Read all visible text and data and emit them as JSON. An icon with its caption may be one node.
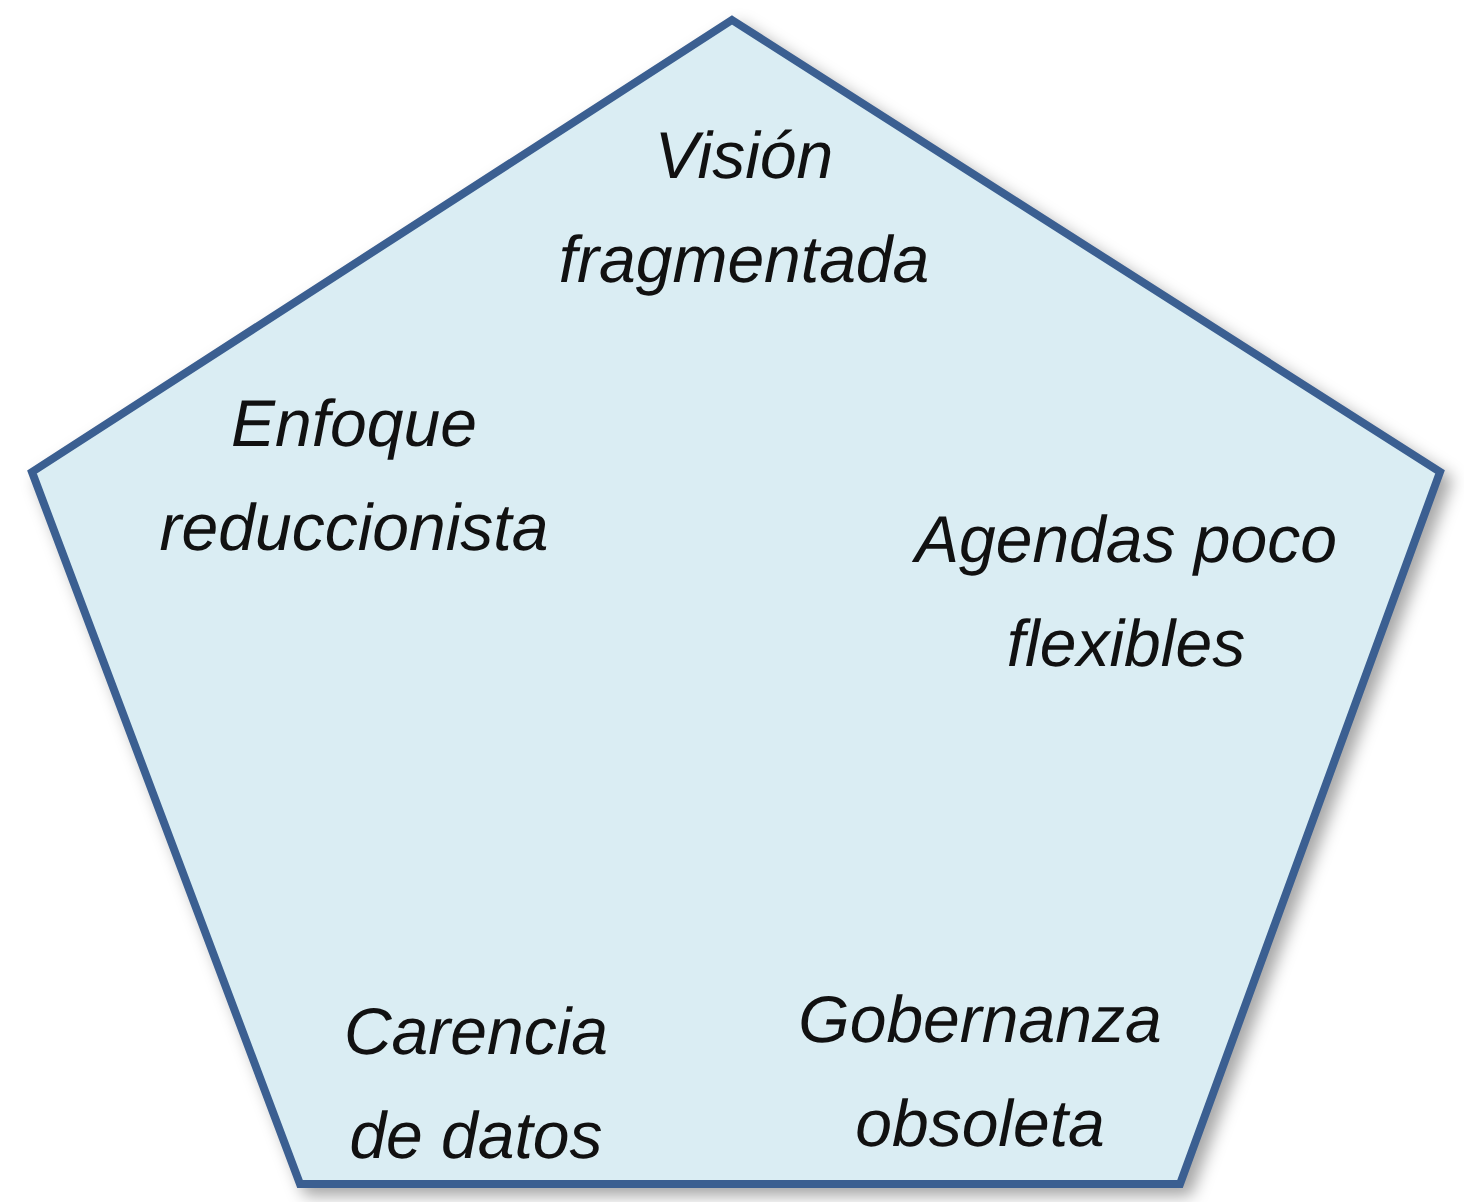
{
  "diagram": {
    "nodes": [
      {
        "text": [
          "Visión fragmentada",
          "Enfoque reduccionista",
          "Agendas poco flexibles",
          "Carencia de datos",
          "Gobernanza obsoleta"
        ]
      }
    ]
  }
}
